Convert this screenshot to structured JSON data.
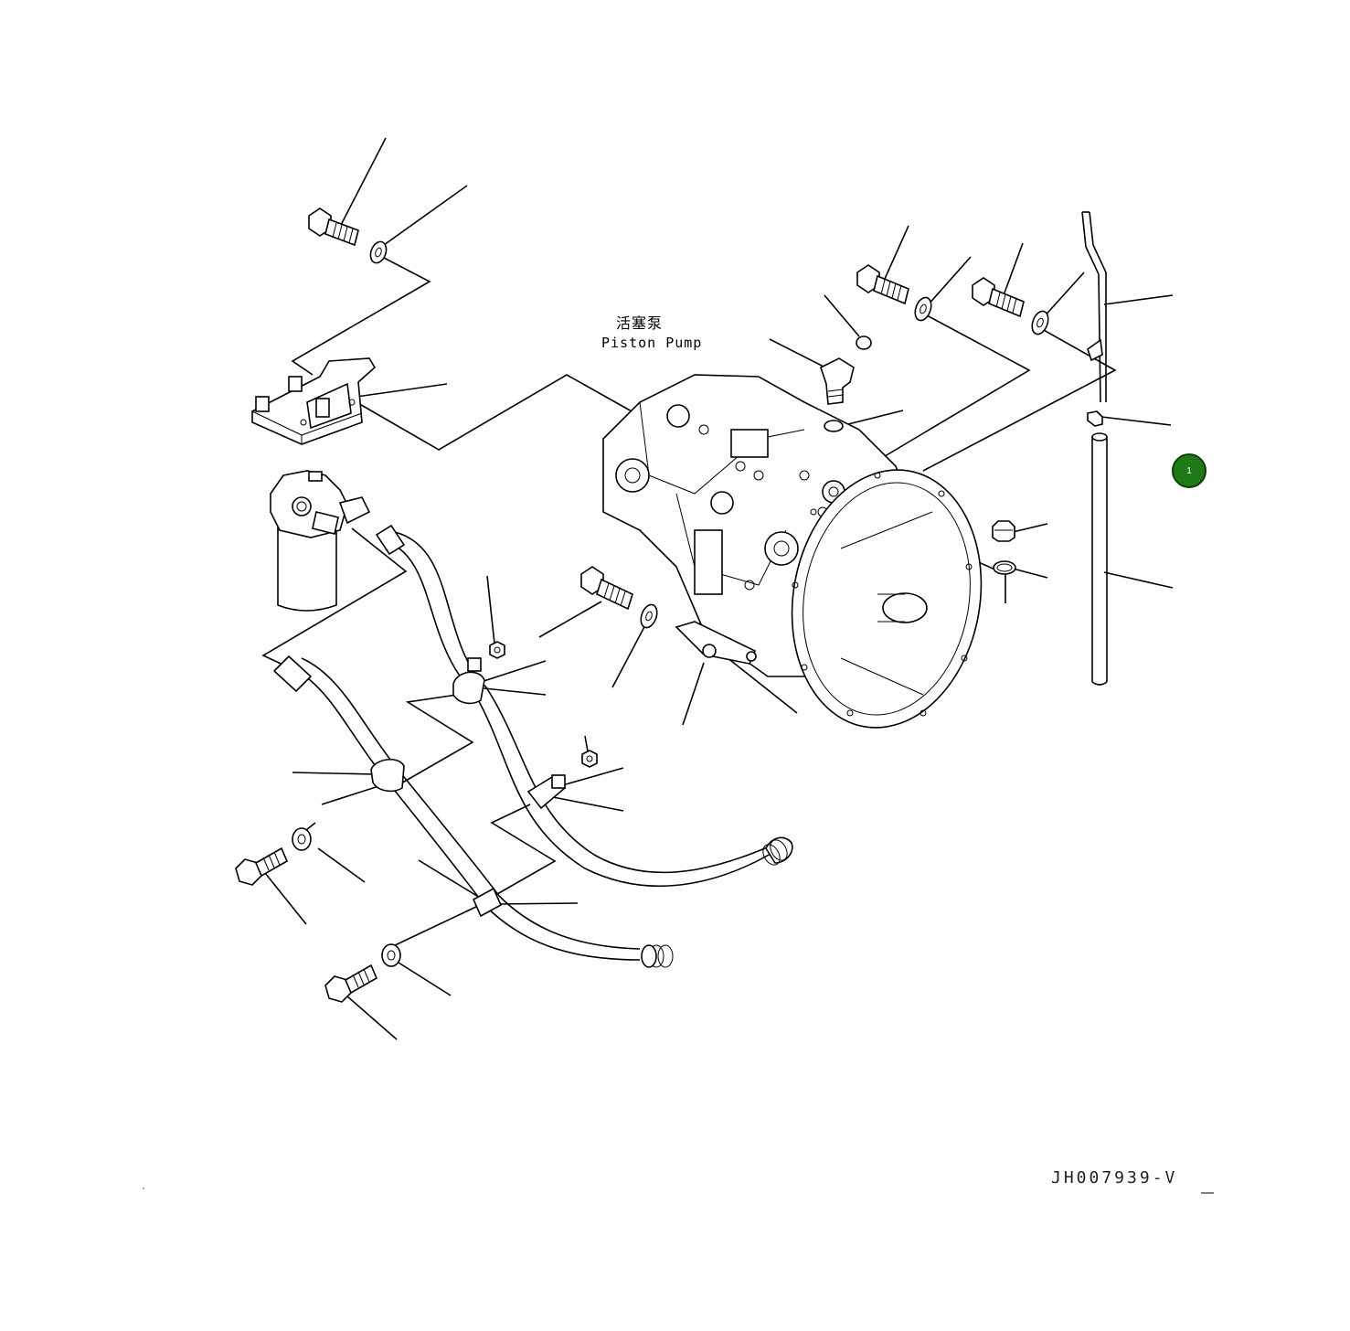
{
  "diagram": {
    "component_label_zh": "活塞泵",
    "component_label_en": "Piston Pump",
    "drawing_code": "JH007939-V",
    "callout": {
      "number": "1",
      "color": "#1e7a14"
    }
  }
}
